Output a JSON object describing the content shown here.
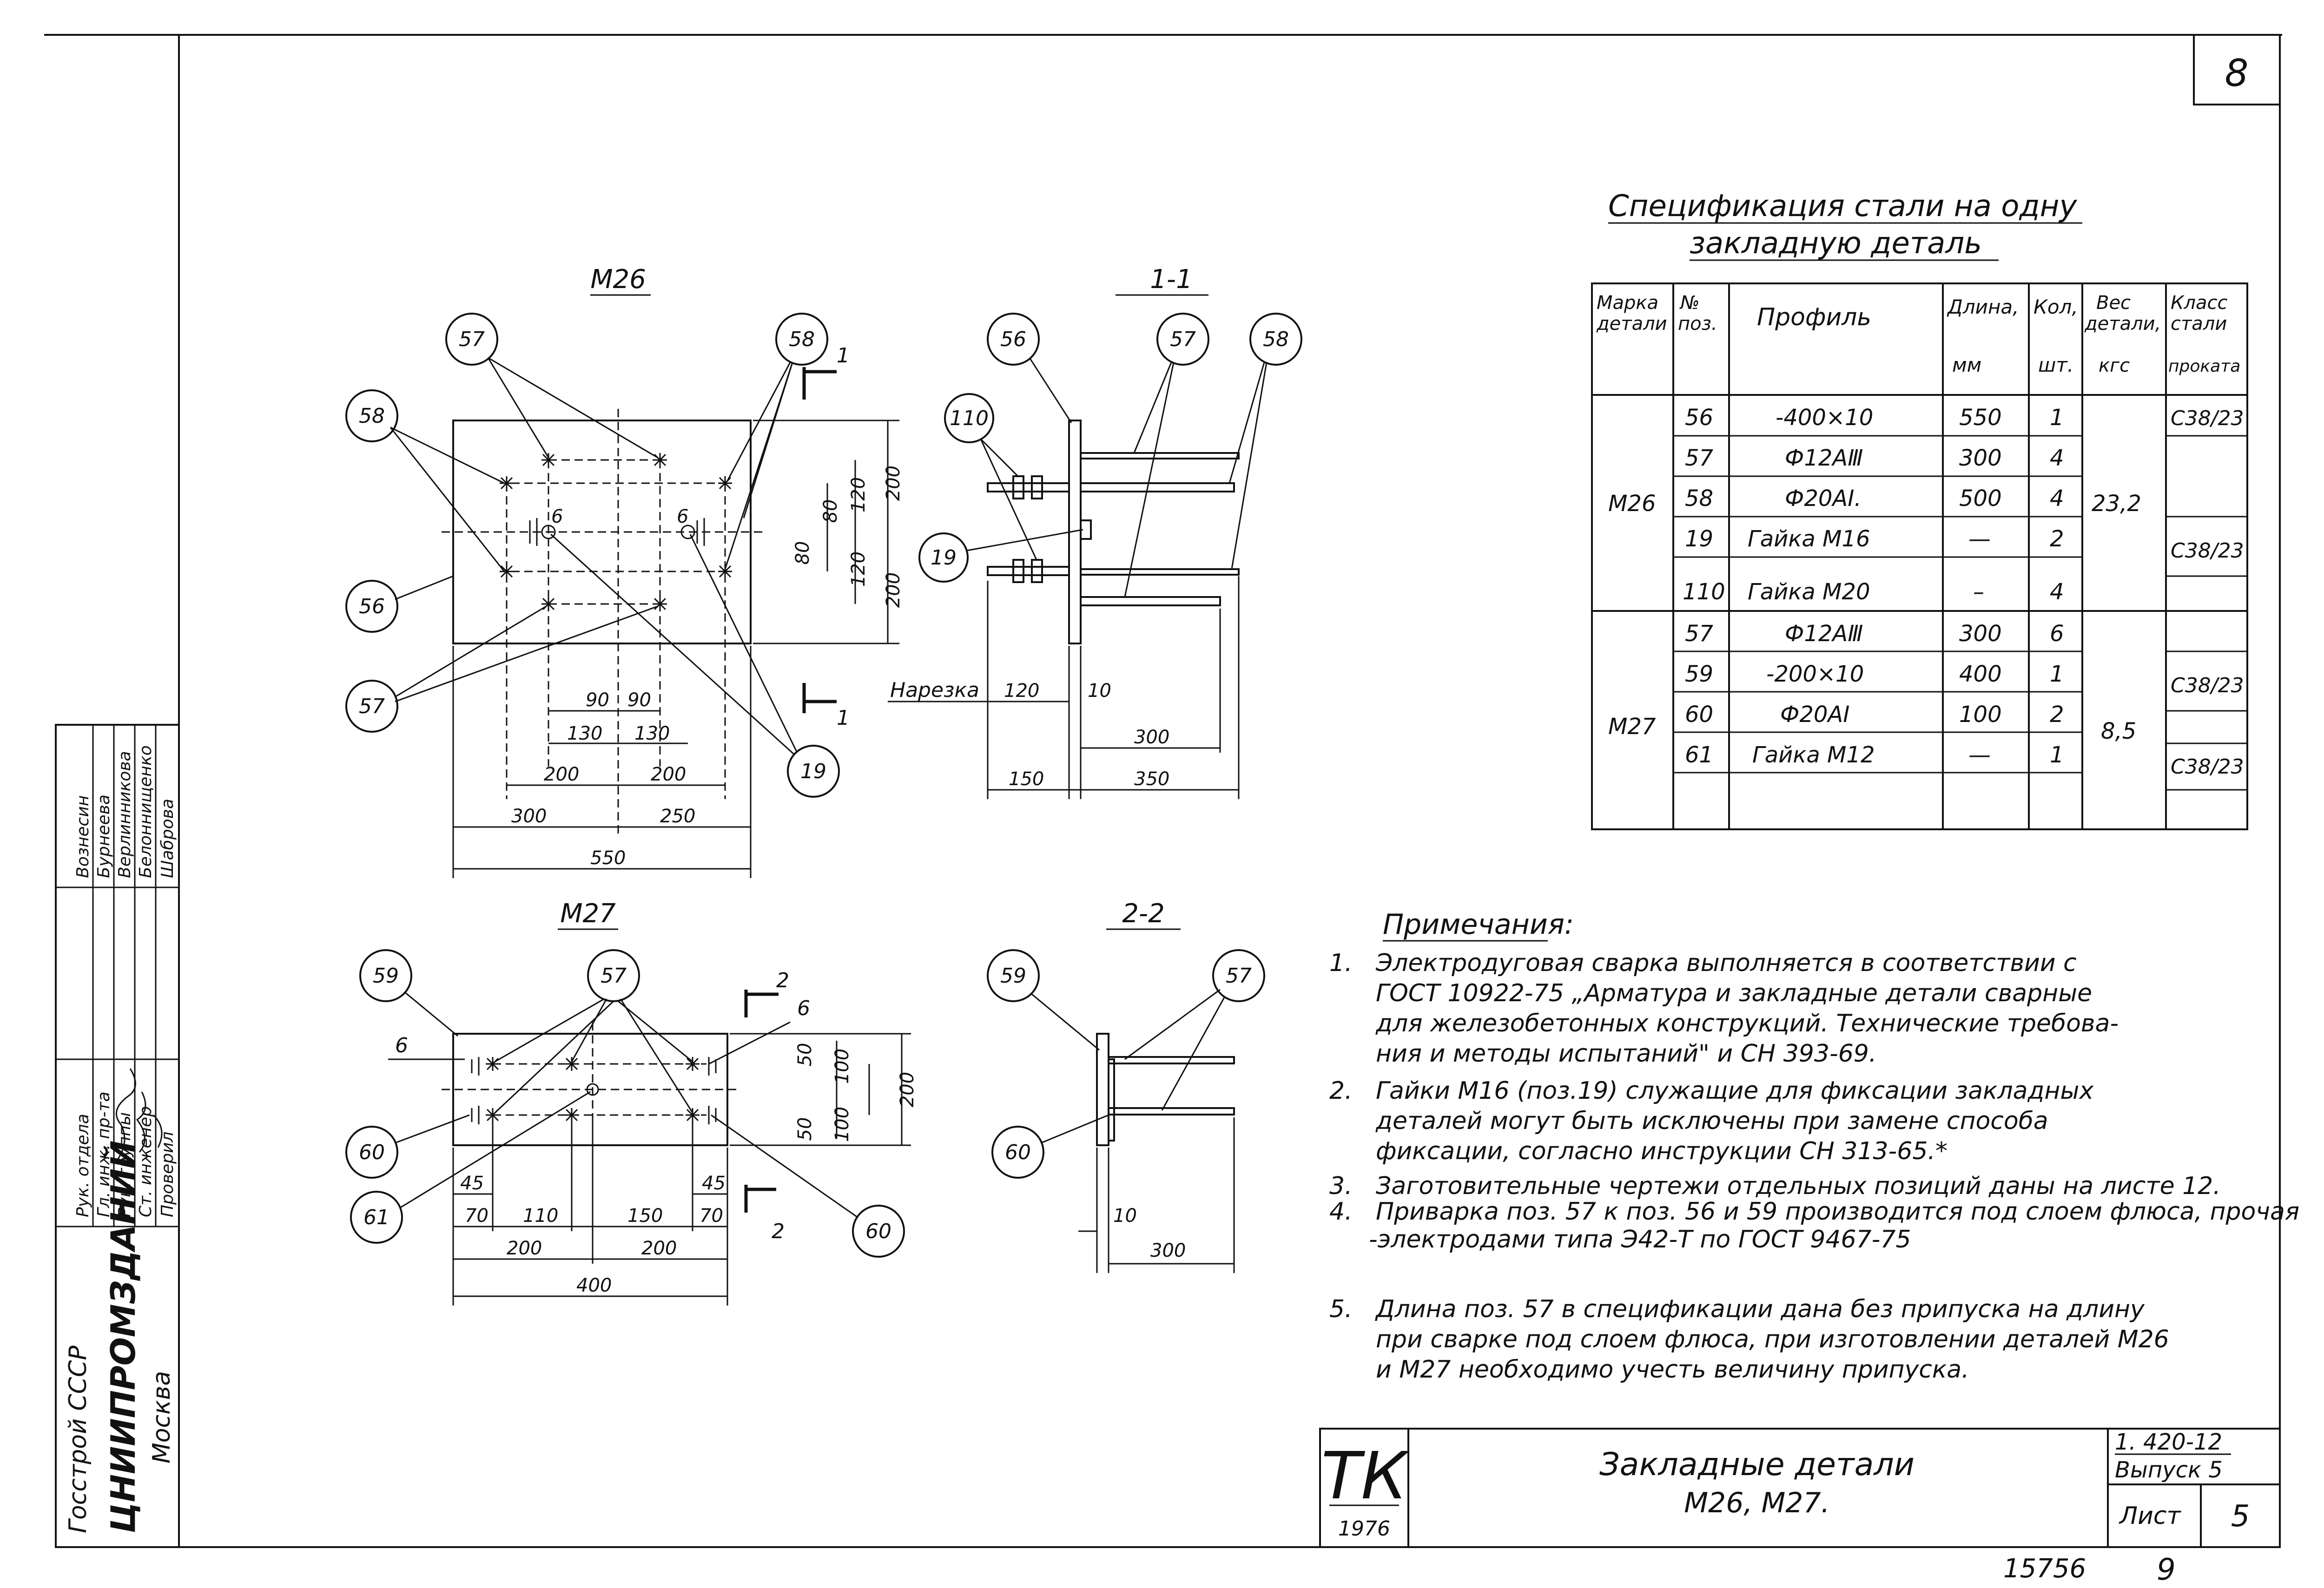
{
  "sheet_number": "8",
  "spec": {
    "title_line1": "Спецификация стали на одну",
    "title_line2": "закладную деталь",
    "headers": {
      "mark_1": "Марка",
      "mark_2": "детали",
      "pos_1": "№",
      "pos_2": "поз.",
      "profile": "Профиль",
      "length_1": "Длина,",
      "length_2": "мм",
      "qty_1": "Кол,",
      "qty_2": "шт.",
      "weight_1": "Вес",
      "weight_2": "детали,",
      "weight_3": "кгс",
      "class_1": "Класс",
      "class_2": "стали",
      "class_3": "проката"
    },
    "mark_m26": "М26",
    "mark_m27": "М27",
    "weight_m26": "23,2",
    "weight_m27": "8,5",
    "rows": [
      {
        "pos": "56",
        "profile": "-400×10",
        "length": "550",
        "qty": "1"
      },
      {
        "pos": "57",
        "profile": "Ф12АⅢ",
        "length": "300",
        "qty": "4"
      },
      {
        "pos": "58",
        "profile": "Ф20АI.",
        "length": "500",
        "qty": "4"
      },
      {
        "pos": "19",
        "profile": "Гайка М16",
        "length": "—",
        "qty": "2"
      },
      {
        "pos": "110",
        "profile": "Гайка М20",
        "length": "–",
        "qty": "4"
      },
      {
        "pos": "57",
        "profile": "Ф12АⅢ",
        "length": "300",
        "qty": "6"
      },
      {
        "pos": "59",
        "profile": "-200×10",
        "length": "400",
        "qty": "1"
      },
      {
        "pos": "60",
        "profile": "Ф20АI",
        "length": "100",
        "qty": "2"
      },
      {
        "pos": "61",
        "profile": "Гайка М12",
        "length": "—",
        "qty": "1"
      }
    ],
    "class_values": [
      "С38/23",
      "С38/23",
      "С38/23",
      "С38/23"
    ]
  },
  "views": {
    "m26": {
      "title": "М26",
      "callouts": [
        "57",
        "58",
        "58",
        "56",
        "57",
        "19"
      ],
      "dims": {
        "d200a": "200",
        "d200b": "200",
        "d120a": "120",
        "d120b": "120",
        "d80a": "80",
        "d80b": "80",
        "d90a": "90",
        "d90b": "90",
        "d130a": "130",
        "d130b": "130",
        "d200c": "200",
        "d200d": "200",
        "d300": "300",
        "d250": "250",
        "d550": "550",
        "d6": "6",
        "d6b": "6"
      }
    },
    "s11": {
      "title": "1-1",
      "callouts": [
        "56",
        "57",
        "58",
        "110",
        "19"
      ],
      "cut_mark": "1",
      "cut_mark_bottom": "1",
      "thread_label": "Нарезка",
      "dims": {
        "d120": "120",
        "d10": "10",
        "d300": "300",
        "d150": "150",
        "d350": "350"
      }
    },
    "m27": {
      "title": "М27",
      "callouts": [
        "59",
        "57",
        "60",
        "61",
        "60"
      ],
      "cut_mark": "2",
      "cut_mark_bottom": "2",
      "dims": {
        "d6a": "6",
        "d6b": "6",
        "d50a": "50",
        "d50b": "50",
        "d100a": "100",
        "d100b": "100",
        "d200v": "200",
        "d45a": "45",
        "d45b": "45",
        "d70a": "70",
        "d110": "110",
        "d150": "150",
        "d70b": "70",
        "d200a": "200",
        "d200b": "200",
        "d400": "400"
      }
    },
    "s22": {
      "title": "2-2",
      "callouts": [
        "59",
        "57",
        "60"
      ],
      "dims": {
        "d10": "10",
        "d300": "300"
      }
    }
  },
  "notes": {
    "title": "Примечания:",
    "n1_num": "1.",
    "n1_l1": "Электродуговая сварка выполняется в соответствии с",
    "n1_l2": "ГОСТ 10922-75 „Арматура и закладные детали сварные",
    "n1_l3": "для железобетонных конструкций. Технические требова-",
    "n1_l4": "ния и методы испытаний\" и СН 393-69.",
    "n2_num": "2.",
    "n2_l1": "Гайки М16 (поз.19) служащие для фиксации закладных",
    "n2_l2": "деталей могут быть исключены при замене способа",
    "n2_l3": "фиксации, согласно инструкции СН 313-65.*",
    "n3_num": "3.",
    "n3_l1": "Заготовительные чертежи отдельных позиций даны на листе 12.",
    "n4_num": "4.",
    "n4_l1": "Приварка поз. 57 к поз. 56 и 59 производится под слоем флюса, прочая",
    "n4_l2": "-электродами типа Э42-Т по ГОСТ 9467-75",
    "n5_num": "5.",
    "n5_l1": "Длина поз. 57 в спецификации дана без припуска на длину",
    "n5_l2": "при сварке под слоем флюса, при изготовлении деталей М26",
    "n5_l3": "и М27 необходимо учесть величину припуска."
  },
  "title_block": {
    "logo": "ТК",
    "year": "1976",
    "title_l1": "Закладные детали",
    "title_l2": "М26, М27.",
    "series_l1": "1. 420-12",
    "series_l2": "Выпуск 5",
    "sheet_label": "Лист",
    "sheet_no": "5",
    "archive_no": "15756",
    "page_no": "9"
  },
  "side_stamp": {
    "org_1": "Госстрой СССР",
    "org_2": "ЦНИИПРОМЗДАНИЙ",
    "org_3": "Москва",
    "roles": [
      "Рук. отдела",
      "Гл. инж. пр-та",
      "Рук. группы",
      "Ст. инженер",
      "Проверил"
    ],
    "names": [
      "Вознесин",
      "Бурнеева",
      "Верлинникова",
      "Белоннищенко",
      "Шаброва"
    ]
  }
}
